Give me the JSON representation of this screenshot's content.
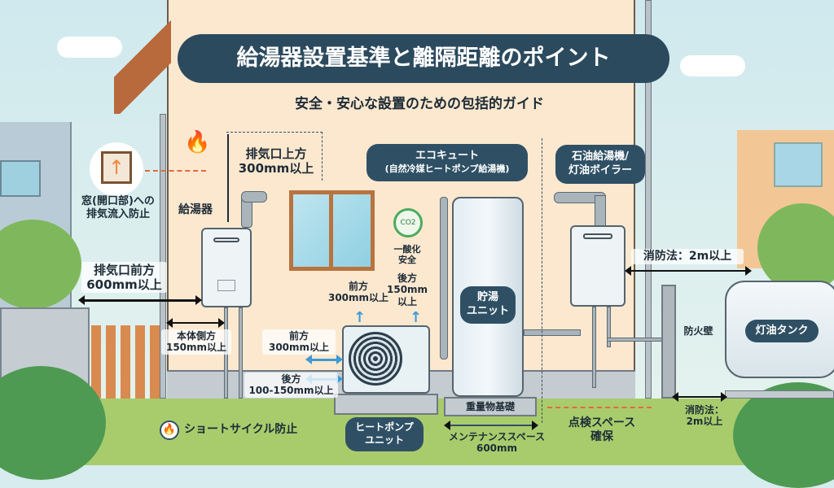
{
  "title": "給湯器設置基準と離隔距離のポイント",
  "subtitle": "安全・安心な設置のための包括的ガイド",
  "gas_heater": {
    "label": "給湯器",
    "window_note": [
      "窓(開口部)への",
      "排気流入防止"
    ],
    "exhaust_top": [
      "排気口上方",
      "300mm以上"
    ],
    "exhaust_front": [
      "排気口前方",
      "600mm以上"
    ],
    "body_side": [
      "本体側方",
      "150mm以上"
    ]
  },
  "ecocute": {
    "label": [
      "エコキュート",
      "(自然冷媒ヒートポンプ給湯機)"
    ],
    "co2_badge": "CO2",
    "co2_note": [
      "一酸化",
      "安全"
    ],
    "top_front": [
      "前方",
      "300mm以上"
    ],
    "top_back": [
      "後方",
      "150mm",
      "以上"
    ],
    "front": [
      "前方",
      "300mm以上"
    ],
    "back": [
      "後方",
      "100-150mm以上"
    ],
    "short_cycle": "ショートサイクル防止",
    "heat_pump_unit": [
      "ヒートポンプ",
      "ユニット"
    ],
    "storage_unit": [
      "貯湯",
      "ユニット"
    ],
    "foundation": "重量物基礎",
    "maintenance": [
      "メンテナンススペース",
      "600mm"
    ]
  },
  "oil_heater": {
    "label": [
      "石油給湯機/",
      "灯油ボイラー"
    ],
    "fire_law_top": "消防法：2m以上",
    "fire_wall": "防火壁",
    "oil_tank": "灯油タンク",
    "fire_law_bottom": [
      "消防法：",
      "2m以上"
    ],
    "inspection": [
      "点検スペース",
      "確保"
    ]
  },
  "colors": {
    "navy": "#2f5064",
    "wall": "#fbe8cf",
    "ground": "#a8cc6c",
    "accent_orange": "#e56a3a",
    "arrow_blue": "#3b9ad8"
  }
}
